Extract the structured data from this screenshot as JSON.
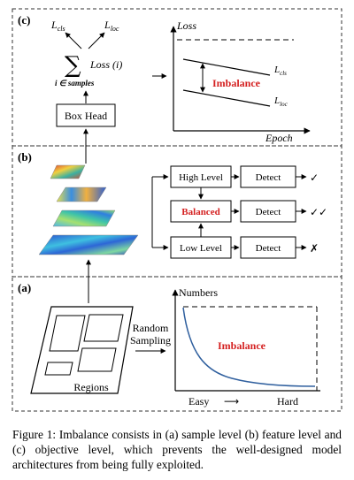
{
  "panel_c": {
    "tag": "(c)",
    "l_cls": "L",
    "l_cls_sub": "cls",
    "l_loc": "L",
    "l_loc_sub": "loc",
    "sum_symbol": "∑",
    "sum_term": "Loss (i)",
    "sum_index": "i ∈ samples",
    "box_head": "Box Head",
    "chart": {
      "y_label": "Loss",
      "x_label": "Epoch",
      "curve_cls": "L",
      "curve_cls_sub": "cls",
      "curve_loc": "L",
      "curve_loc_sub": "loc",
      "imbalance": "Imbalance"
    }
  },
  "panel_b": {
    "tag": "(b)",
    "high_level": "High Level",
    "balanced": "Balanced",
    "low_level": "Low Level",
    "detect": "Detect",
    "mark_high": "✓",
    "mark_balanced": "✓✓",
    "mark_low": "✗"
  },
  "panel_a": {
    "tag": "(a)",
    "regions": "Regions",
    "random": "Random",
    "sampling": "Sampling",
    "chart": {
      "y_label": "Numbers",
      "x_left": "Easy",
      "x_right": "Hard",
      "x_arrow": "⟶",
      "imbalance": "Imbalance"
    }
  },
  "caption": "Figure 1: Imbalance consists in (a) sample level (b) feature level and (c) objective level, which prevents the well-designed model architectures from being fully exploited.",
  "colors": {
    "imbalance_red": "#d42020",
    "curve_blue": "#2f5f9e",
    "frame": "#333333"
  }
}
